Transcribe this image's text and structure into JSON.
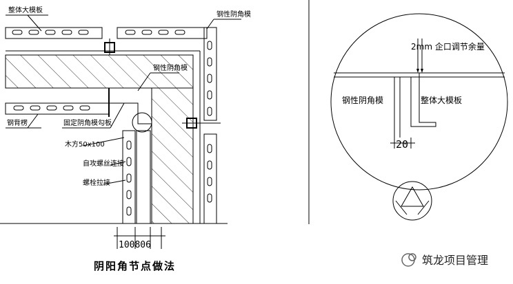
{
  "labels": {
    "integral_slab": "整体大模板",
    "rigid_corner_mold": "钢性阴角模",
    "rigid_corner_mold_2": "钢性阴角模",
    "steel_back_rib": "钢背楞",
    "fixed_corner_bracket": "固定阴角模勾板",
    "timber": "木方50x100",
    "self_tapping_screw": "自攻螺丝连接",
    "bolt_tie": "螺栓拉接"
  },
  "dims": {
    "bottom": "100806",
    "gap_2mm": "2mm 企口调节余量",
    "gap_20": "20"
  },
  "detail": {
    "left_label": "钢性阴角模",
    "right_label": "整体大模板"
  },
  "title": "阴阳角节点做法",
  "watermark": "筑龙项目管理"
}
